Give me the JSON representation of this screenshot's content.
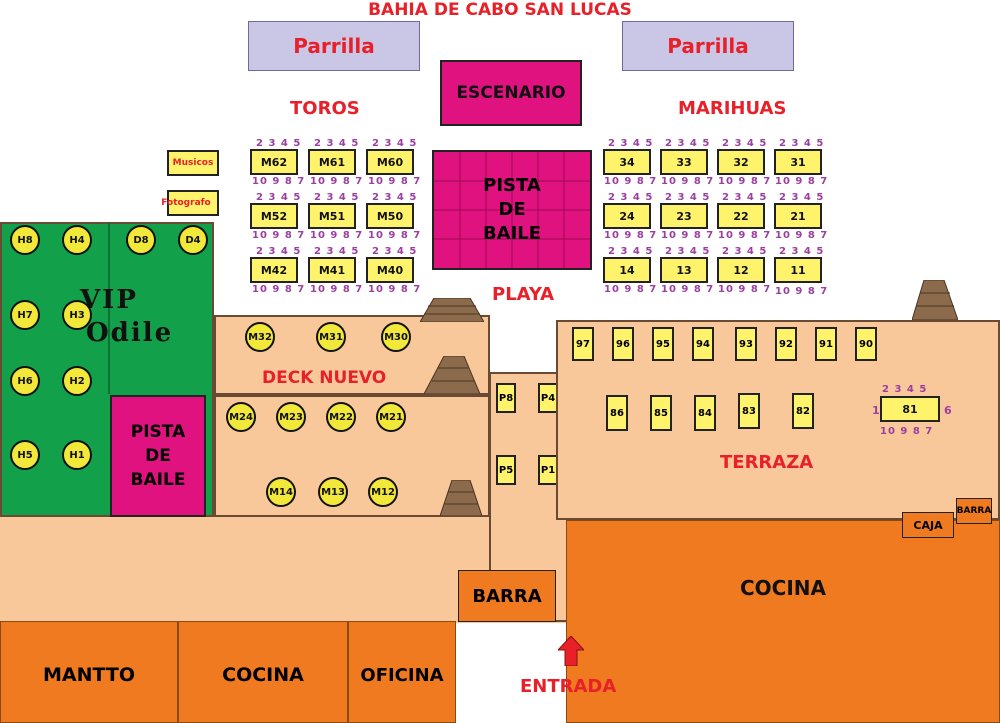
{
  "header": {
    "title": "BAHIA DE CABO SAN LUCAS"
  },
  "parrilla_left": "Parrilla",
  "parrilla_right": "Parrilla",
  "escenario": "ESCENARIO",
  "toros": "TOROS",
  "marihuas": "MARIHUAS",
  "musicos": "Musicos",
  "fotografo": "Fotografo",
  "pista_center": [
    "PISTA",
    "DE",
    "BAILE"
  ],
  "playa": "PLAYA",
  "vip": [
    "VIP",
    "Odile"
  ],
  "pista_left": [
    "PISTA",
    "DE",
    "BAILE"
  ],
  "deck_nuevo": "DECK NUEVO",
  "terraza": "TERRAZA",
  "caja": "CAJA",
  "barra_small": "BARRA",
  "cocina_right": "COCINA",
  "barra_center": "BARRA",
  "mantto": "MANTTO",
  "cocina_bottom": "COCINA",
  "oficina": "OFICINA",
  "entrada": "ENTRADA",
  "seat_nums_top": "2 3 4 5",
  "seat_nums_bottom": "10 9 8 7",
  "seat_left": "1",
  "seat_right": "6",
  "m_tables": [
    "M62",
    "M61",
    "M60",
    "M52",
    "M51",
    "M50",
    "M42",
    "M41",
    "M40"
  ],
  "num_tables": [
    "34",
    "33",
    "32",
    "31",
    "24",
    "23",
    "22",
    "21",
    "14",
    "13",
    "12",
    "11"
  ],
  "vip_tables": [
    [
      "H",
      "8"
    ],
    [
      "H",
      "4"
    ],
    [
      "D",
      "8"
    ],
    [
      "D",
      "4"
    ],
    [
      "H",
      "7"
    ],
    [
      "H",
      "3"
    ],
    [
      "H",
      "6"
    ],
    [
      "H",
      "2"
    ],
    [
      "H",
      "5"
    ],
    [
      "H",
      "1"
    ]
  ],
  "deck_tables": [
    [
      "M",
      "32"
    ],
    [
      "M",
      "31"
    ],
    [
      "M",
      "30"
    ],
    [
      "M",
      "24"
    ],
    [
      "M",
      "23"
    ],
    [
      "M",
      "22"
    ],
    [
      "M",
      "21"
    ],
    [
      "M",
      "14"
    ],
    [
      "M",
      "13"
    ],
    [
      "M",
      "12"
    ]
  ],
  "p_tables": [
    [
      "P",
      "8"
    ],
    [
      "P",
      "4"
    ],
    [
      "P",
      "5"
    ],
    [
      "P",
      "1"
    ]
  ],
  "terraza_top": [
    "97",
    "96",
    "95",
    "94",
    "93",
    "92",
    "91",
    "90"
  ],
  "terraza_mid": [
    "86",
    "85",
    "84",
    "83",
    "82"
  ],
  "table_81": "81",
  "colors": {
    "title_red": "#e8202a",
    "parrilla_bg": "#c9c6e6",
    "stage_magenta": "#e0127f",
    "vip_green": "#12a04a",
    "floor_peach": "#f9c89a",
    "kitchen_orange": "#f07a1f",
    "table_yellow": "#fff36b",
    "seat_purple": "#9b3fa0"
  }
}
